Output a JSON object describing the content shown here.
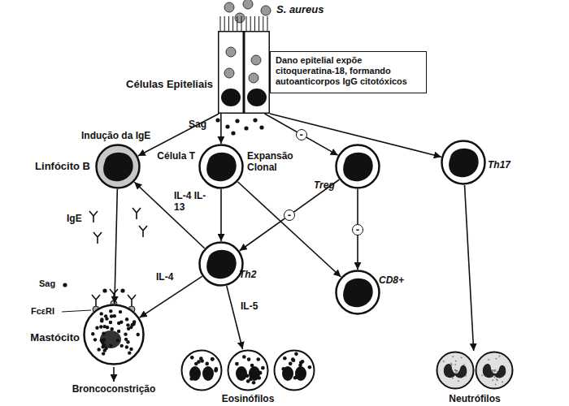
{
  "diagram": {
    "nodes": [
      {
        "text": [
          "Células Epiteliais"
        ]
      },
      {
        "text": [
          "Dano epitelial expõe citoqueratina-18, formando autoanticorpos IgG citotóxicos"
        ]
      },
      {
        "text": [
          "Linfócito B"
        ]
      },
      {
        "text": [
          "Célula T"
        ]
      },
      {
        "text": [
          "Treg"
        ]
      },
      {
        "text": [
          "Th17"
        ]
      },
      {
        "text": [
          "Th2"
        ]
      },
      {
        "text": [
          "CD8+"
        ]
      },
      {
        "text": [
          "Mastócito"
        ]
      },
      {
        "text": [
          "Eosinófilos"
        ]
      },
      {
        "text": [
          "Neutrófilos"
        ]
      }
    ],
    "edges": [
      {
        "from": 0,
        "to": 2,
        "arrow": "to",
        "label": "Indução da IgE"
      },
      {
        "from": 0,
        "to": 3,
        "arrow": "to"
      },
      {
        "from": 0,
        "to": 4,
        "arrow": "to",
        "label": "-"
      },
      {
        "from": 0,
        "to": 5,
        "arrow": "to"
      },
      {
        "from": 3,
        "to": 6,
        "arrow": "to"
      },
      {
        "from": 3,
        "to": 7,
        "arrow": "to"
      },
      {
        "from": 6,
        "to": 2,
        "arrow": "to",
        "label": "IL-4 IL-13"
      },
      {
        "from": 6,
        "to": 8,
        "arrow": "to",
        "label": "IL-4"
      },
      {
        "from": 6,
        "to": 9,
        "arrow": "to",
        "label": "IL-5"
      },
      {
        "from": 4,
        "to": 6,
        "arrow": "to",
        "label": "-"
      },
      {
        "from": 4,
        "to": 7,
        "arrow": "to",
        "label": "-"
      },
      {
        "from": 5,
        "to": 10,
        "arrow": "to"
      },
      {
        "from": 2,
        "to": 8,
        "arrow": "to",
        "label": "IgE"
      }
    ],
    "labels": [
      "S. aureus",
      "Sag",
      "Expansão Clonal",
      "Sag",
      "FcεRI",
      "Broncoconstrição"
    ]
  }
}
